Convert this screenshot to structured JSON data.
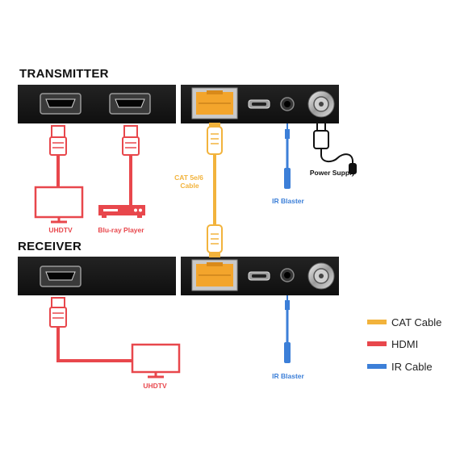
{
  "sections": {
    "transmitter_title": "TRANSMITTER",
    "receiver_title": "RECEIVER"
  },
  "labels": {
    "tx_tv": "UHDTV",
    "bluray": "Blu-ray Player",
    "cat_line1": "CAT 5e/6",
    "cat_line2": "Cable",
    "ir_blaster_tx": "IR Blaster",
    "power_supply": "Power Supply",
    "rx_tv": "UHDTV",
    "ir_blaster_rx": "IR Blaster"
  },
  "legend": [
    {
      "label": "CAT Cable",
      "color": "#f2b33c"
    },
    {
      "label": "HDMI",
      "color": "#e8474c"
    },
    {
      "label": "IR Cable",
      "color": "#3c7fd8"
    }
  ],
  "colors": {
    "hdmi": "#e8474c",
    "cat": "#f2b33c",
    "ir": "#3c7fd8",
    "device_body": "#161616"
  },
  "icons": [
    "hdmi-port-icon",
    "rj45-port-icon",
    "micro-usb-port-icon",
    "ir-jack-icon",
    "power-jack-icon",
    "tv-icon",
    "bluray-player-icon",
    "power-adapter-icon"
  ]
}
